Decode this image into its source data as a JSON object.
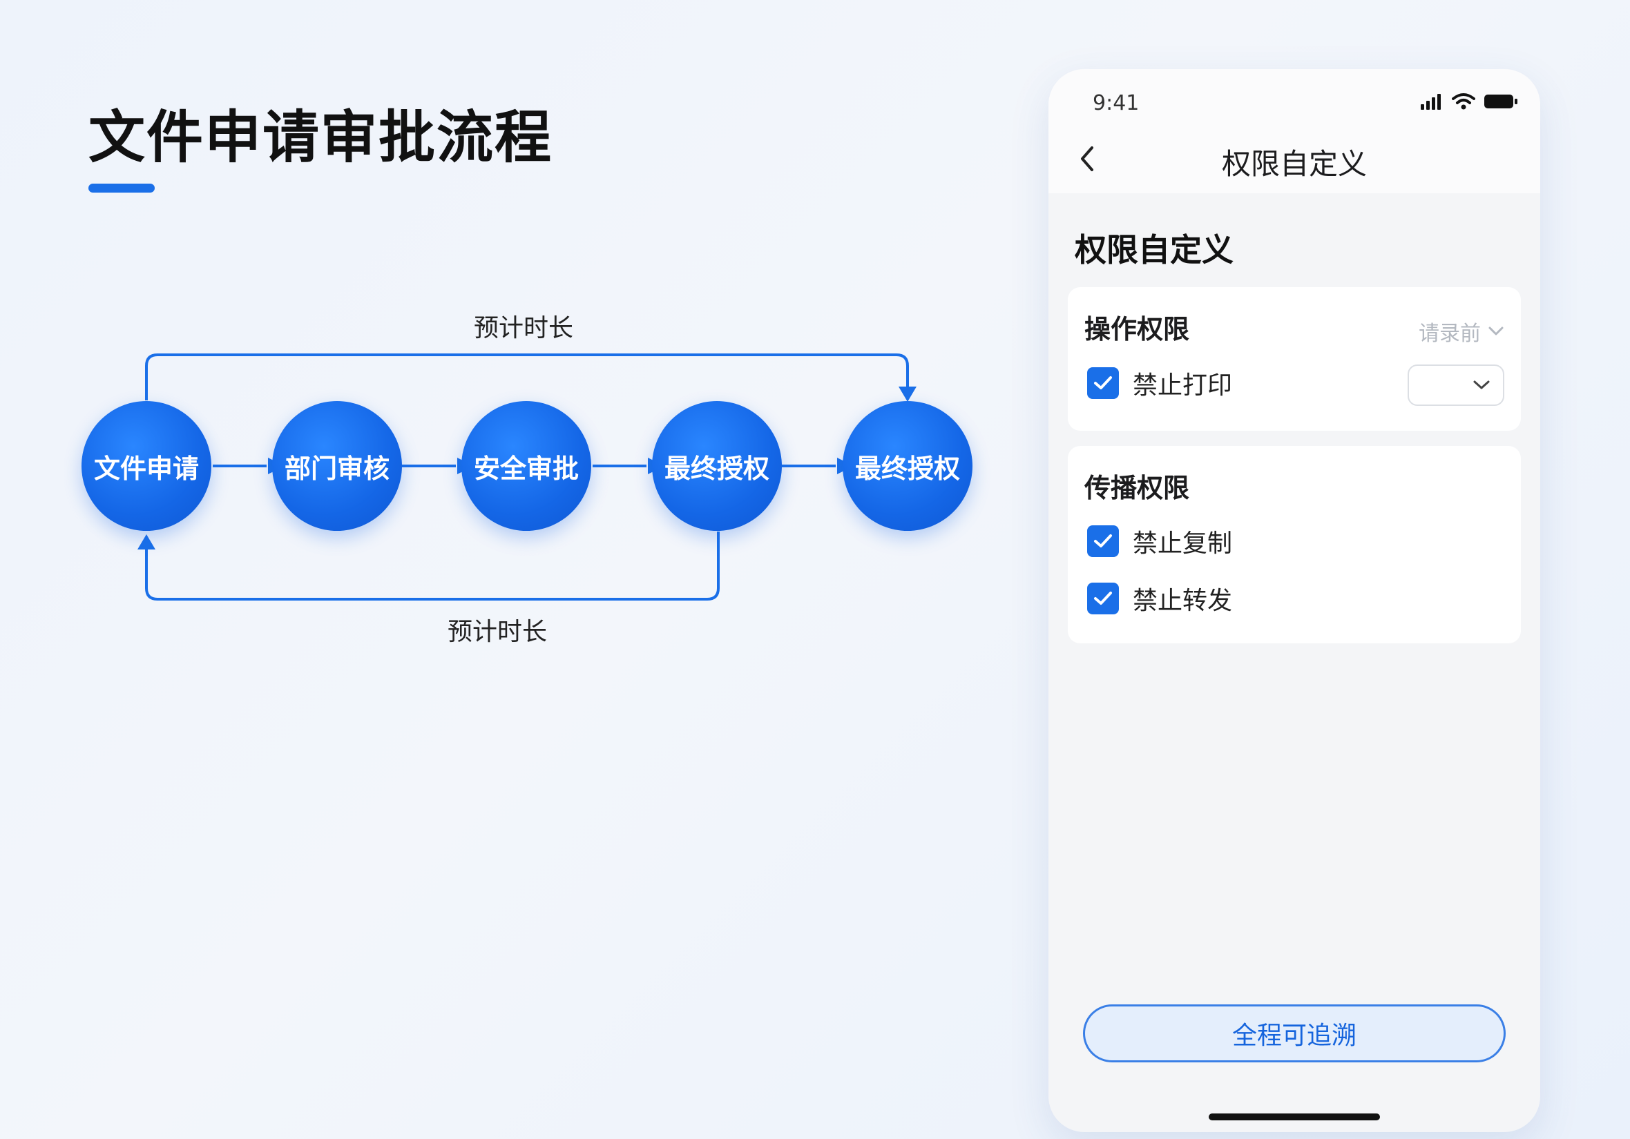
{
  "page": {
    "title": "文件申请审批流程"
  },
  "flow": {
    "nodes": [
      {
        "label": "文件申请"
      },
      {
        "label": "部门审核"
      },
      {
        "label": "安全审批"
      },
      {
        "label": "最终授权"
      },
      {
        "label": "最终授权"
      }
    ],
    "top_loop_label": "预计时长",
    "bottom_loop_label": "预计时长",
    "accent_color": "#1a6fe8"
  },
  "phone": {
    "status_time": "9:41",
    "nav": {
      "title": "权限自定义",
      "back_icon": "chevron-left-icon"
    },
    "section_heading": "权限自定义",
    "operation_card": {
      "title": "操作权限",
      "meta_label": "请录前",
      "options": [
        {
          "label": "禁止打印",
          "checked": true
        }
      ]
    },
    "spread_card": {
      "title": "传播权限",
      "options": [
        {
          "label": "禁止复制",
          "checked": true
        },
        {
          "label": "禁止转发",
          "checked": true
        }
      ]
    },
    "trace_button_label": "全程可追溯"
  }
}
